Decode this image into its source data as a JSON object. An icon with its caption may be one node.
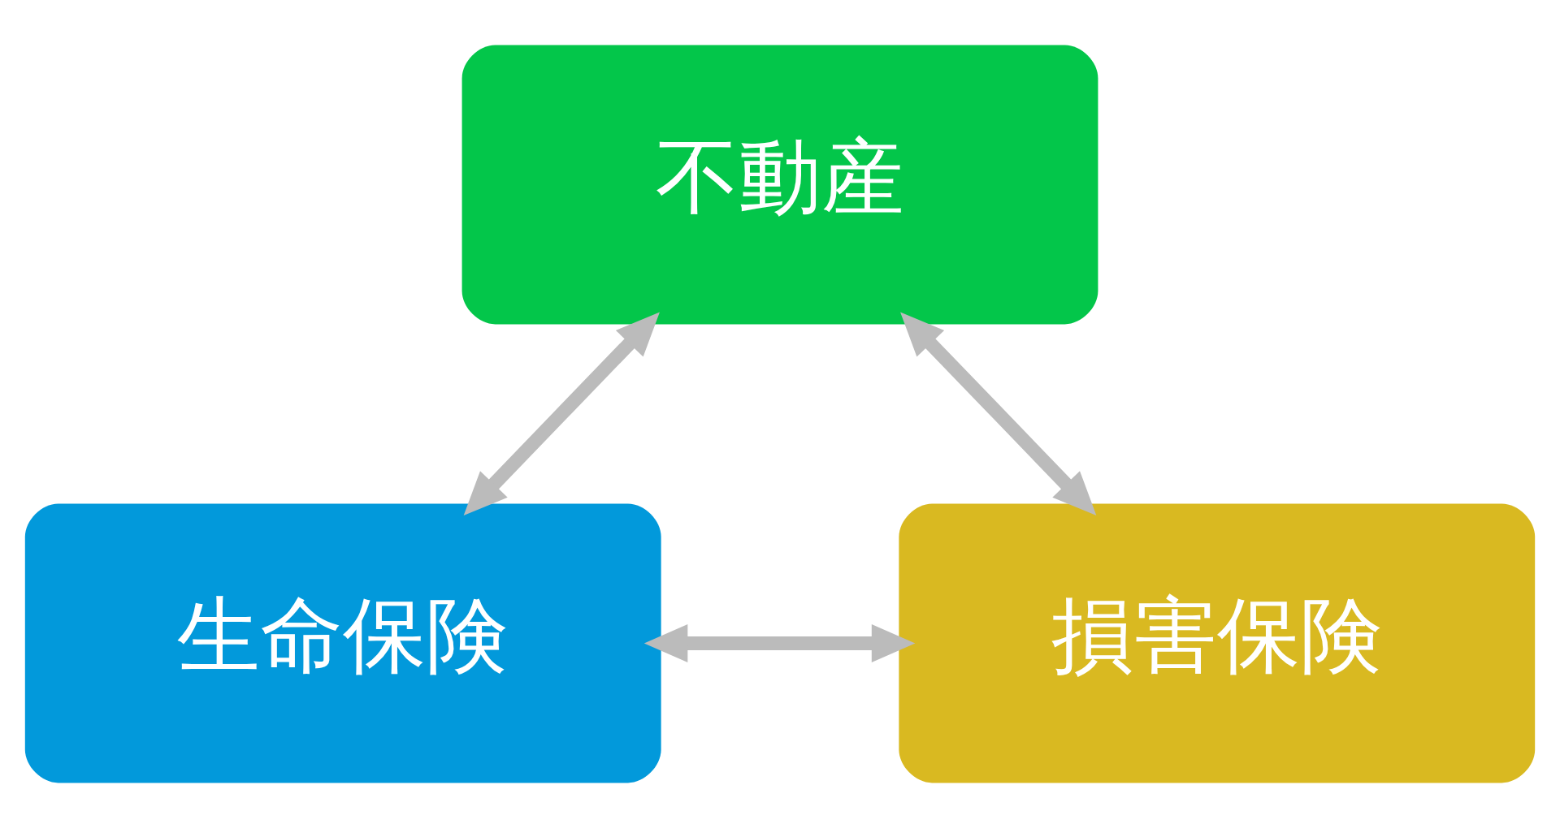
{
  "diagram": {
    "nodes": [
      {
        "text": [
          "不動産"
        ]
      },
      {
        "text": [
          "生命保険"
        ]
      },
      {
        "text": [
          "損害保険"
        ]
      }
    ],
    "edges": [
      {
        "from": 0,
        "to": 1,
        "arrow": "both"
      },
      {
        "from": 0,
        "to": 2,
        "arrow": "both"
      },
      {
        "from": 1,
        "to": 2,
        "arrow": "both"
      }
    ]
  }
}
